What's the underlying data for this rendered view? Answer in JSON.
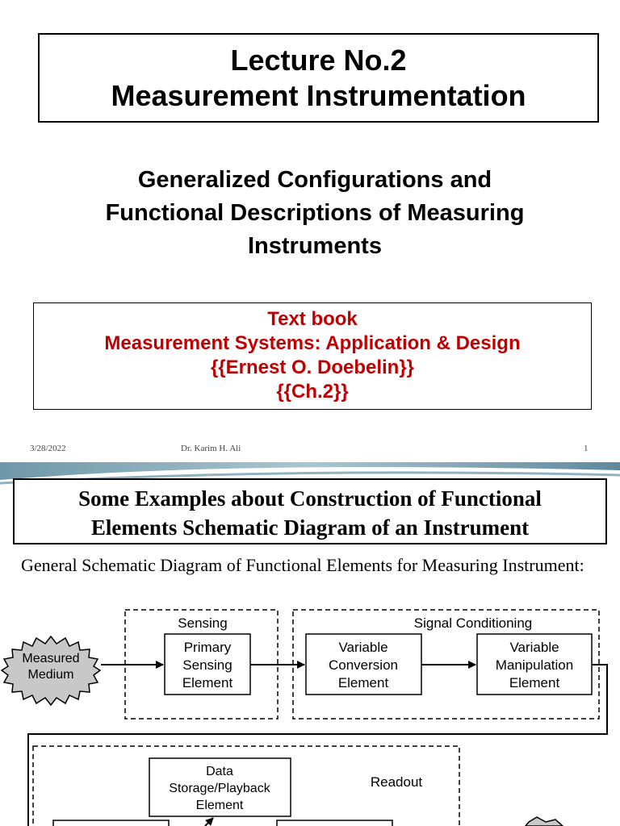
{
  "slide1": {
    "title": [
      "Lecture No.2",
      "Measurement Instrumentation"
    ],
    "subtitle": [
      "Generalized Configurations and",
      "Functional Descriptions of Measuring",
      "Instruments"
    ],
    "textbook": {
      "heading": "Text book",
      "book": "Measurement Systems: Application & Design",
      "author": "{{Ernest O. Doebelin}}",
      "chapter": "{{Ch.2}}",
      "color": "#c00000"
    },
    "footer": {
      "date": "3/28/2022",
      "author": "Dr. Karim H. Ali",
      "page": "1"
    }
  },
  "slide2": {
    "heading": [
      "Some Examples about Construction of Functional",
      "Elements Schematic Diagram of an Instrument"
    ],
    "intro": "General Schematic Diagram of Functional Elements for Measuring Instrument:",
    "diagram": {
      "groups": {
        "sensing": "Sensing",
        "signal_conditioning": "Signal Conditioning",
        "readout": "Readout"
      },
      "measured_medium": [
        "Measured",
        "Medium"
      ],
      "primary_sensing": [
        "Primary",
        "Sensing",
        "Element"
      ],
      "variable_conversion": [
        "Variable",
        "Conversion",
        "Element"
      ],
      "variable_manipulation": [
        "Variable",
        "Manipulation",
        "Element"
      ],
      "data_storage": [
        "Data",
        "Storage/Playback",
        "Element"
      ]
    }
  }
}
